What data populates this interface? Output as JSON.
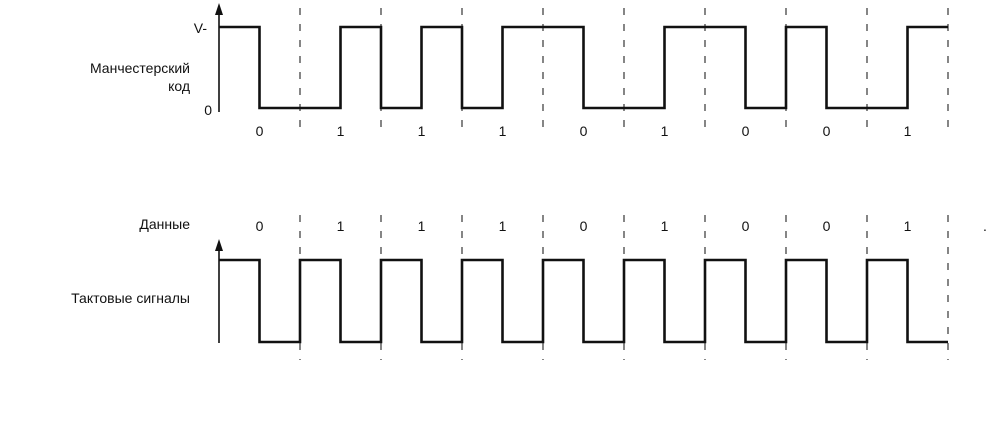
{
  "manchester": {
    "label_line1": "Манчестерский",
    "label_line2": "код",
    "level_high": "V-",
    "level_low": "0"
  },
  "data_row": {
    "label": "Данные"
  },
  "clock": {
    "label": "Тактовые сигналы"
  },
  "bits": [
    "0",
    "1",
    "1",
    "1",
    "0",
    "1",
    "0",
    "0",
    "1"
  ],
  "stray_mark": "."
}
